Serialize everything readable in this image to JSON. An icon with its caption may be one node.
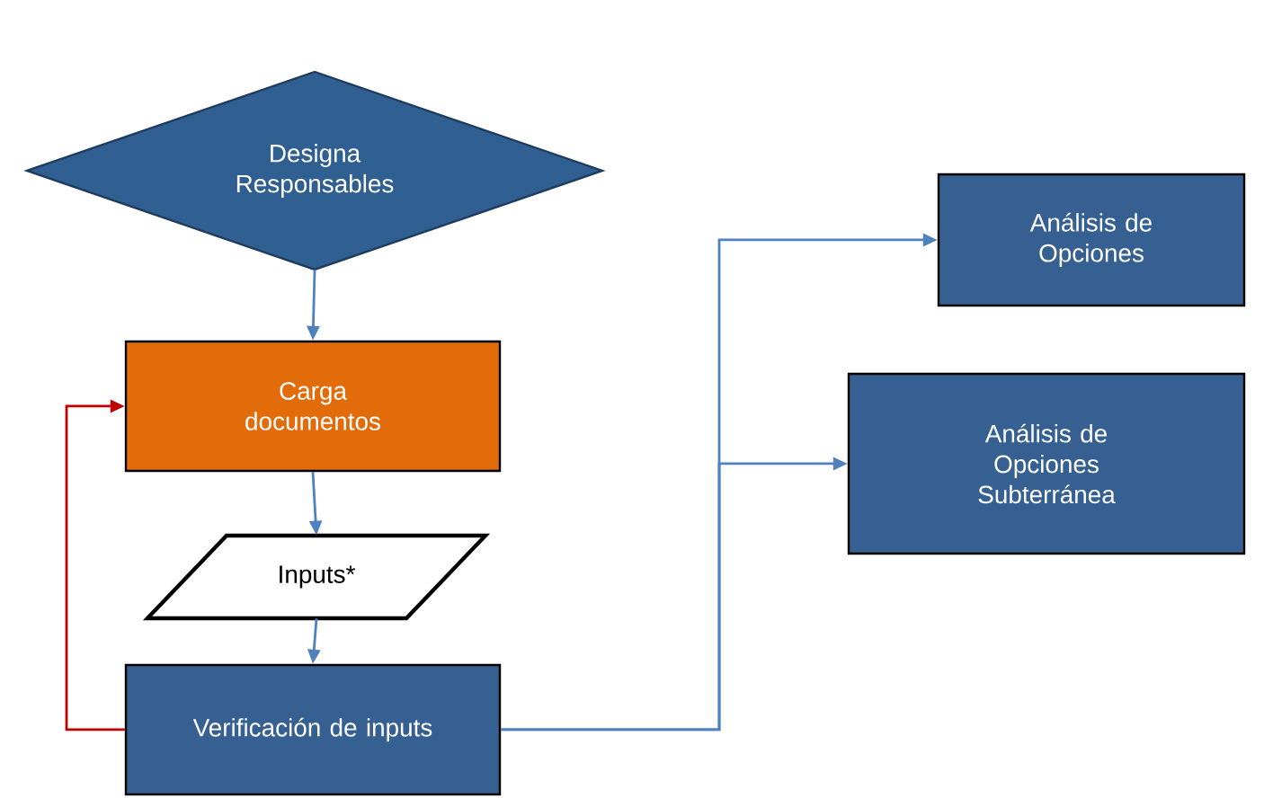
{
  "diagram": {
    "nodes": [
      {
        "text": [
          "Designa Responsables"
        ]
      },
      {
        "text": [
          "Carga documentos"
        ]
      },
      {
        "text": [
          "Inputs*"
        ]
      },
      {
        "text": [
          "Verificación de inputs"
        ]
      },
      {
        "text": [
          "Análisis de Opciones"
        ]
      },
      {
        "text": [
          "Análisis de Opciones Subterránea"
        ]
      }
    ],
    "edges": [
      {
        "from": 0,
        "to": 1,
        "arrow": "to"
      },
      {
        "from": 1,
        "to": 2,
        "arrow": "to"
      },
      {
        "from": 2,
        "to": 3,
        "arrow": "to"
      },
      {
        "from": 3,
        "to": 1,
        "arrow": "to",
        "color": "#c00000"
      },
      {
        "from": 3,
        "to": 4,
        "arrow": "to"
      },
      {
        "from": 3,
        "to": 5,
        "arrow": "to"
      }
    ]
  }
}
